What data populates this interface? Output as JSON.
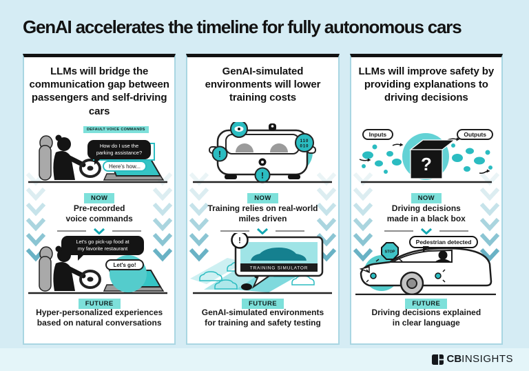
{
  "page": {
    "title": "GenAI accelerates the timeline for fully autonomous cars",
    "background": "#d5ecf4",
    "footer_background": "#e4f5f9"
  },
  "brand": {
    "name_bold": "CB",
    "name_light": "INSIGHTS"
  },
  "colors": {
    "accent_teal": "#2bbcc1",
    "badge_teal": "#7de0da",
    "blob_teal": "#54cccc",
    "screen_teal": "#35c4c4",
    "panel_border": "#a9d6e2",
    "panel_top_border": "#121212",
    "divider_chevron": "#13a7b2",
    "chevron_steps": [
      "#eaf4f6",
      "#dcedf1",
      "#c6e3ea",
      "#aad5df",
      "#8bc5d3",
      "#69b2c5"
    ]
  },
  "panels": [
    {
      "id": "communication",
      "heading": "LLMs will bridge the communication gap between passengers and self-driving cars",
      "now": {
        "badge": "NOW",
        "tag": "DEFAULT VOICE COMMANDS",
        "bubble_question_line1": "How do I use the",
        "bubble_question_line2": "parking assistance?",
        "bubble_answer": "Here's how...",
        "caption_line1": "Pre-recorded",
        "caption_line2": "voice commands"
      },
      "future": {
        "badge": "FUTURE",
        "bubble_request_line1": "Let's go pick-up food at",
        "bubble_request_line2": "my favorite restaurant",
        "bubble_reply": "Let's go!",
        "caption_line1": "Hyper-personalized experiences",
        "caption_line2": "based on natural conversations"
      }
    },
    {
      "id": "training",
      "heading": "GenAI-simulated environments will lower training costs",
      "now": {
        "badge": "NOW",
        "alert_symbol": "!",
        "binary_line1": "110",
        "binary_line2": "010",
        "caption_line1": "Training relies on real-world",
        "caption_line2": "miles driven"
      },
      "future": {
        "badge": "FUTURE",
        "alert_symbol": "!",
        "screen_label": "TRAINING SIMULATOR",
        "caption_line1": "GenAI-simulated environments",
        "caption_line2": "for training and safety testing"
      }
    },
    {
      "id": "safety",
      "heading": "LLMs will improve safety by providing explanations to driving decisions",
      "now": {
        "badge": "NOW",
        "inputs_label": "Inputs",
        "outputs_label": "Outputs",
        "box_symbol": "?",
        "caption_line1": "Driving decisions",
        "caption_line2": "made in a black box"
      },
      "future": {
        "badge": "FUTURE",
        "bubble": "Pedestrian detected",
        "stop_label": "STOP",
        "caption_line1": "Driving decisions explained",
        "caption_line2": "in clear language"
      }
    }
  ]
}
